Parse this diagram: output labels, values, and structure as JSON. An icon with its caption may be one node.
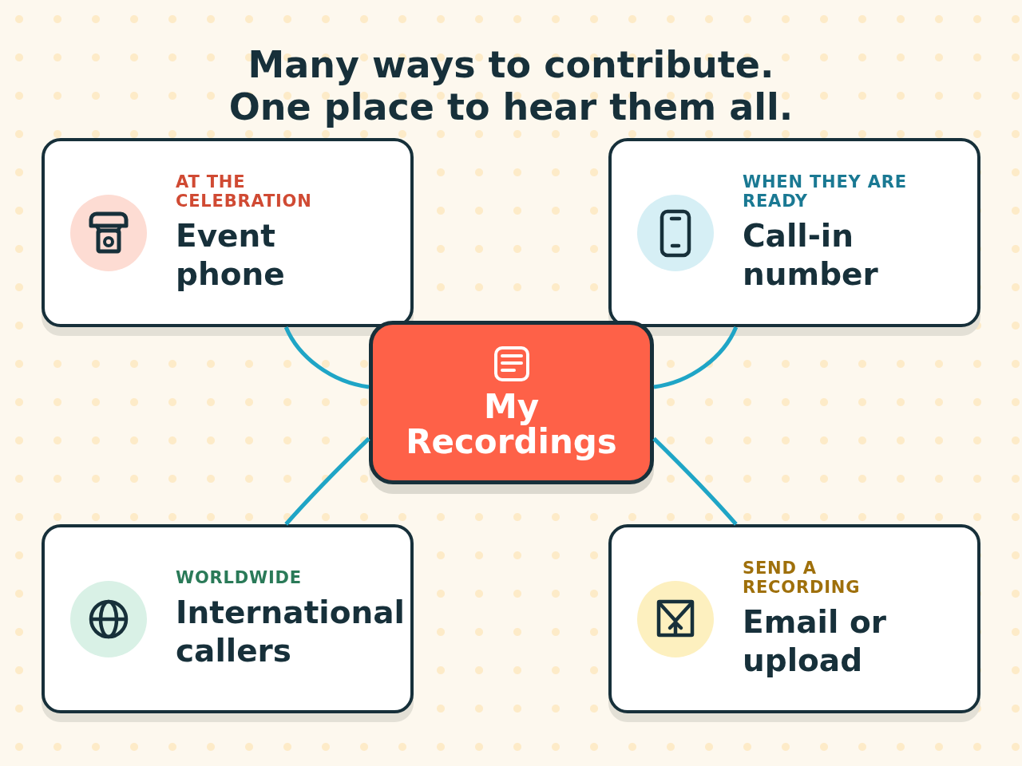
{
  "diagram": {
    "title": "Many ways to contribute. One place to hear them all.",
    "nodes": [
      {
        "text": [
          "AT THE CELEBRATION",
          "Event phone"
        ]
      },
      {
        "text": [
          "WHEN THEY ARE READY",
          "Call-in number"
        ]
      },
      {
        "text": [
          "My Recordings"
        ]
      },
      {
        "text": [
          "WORLDWIDE",
          "International callers"
        ]
      },
      {
        "text": [
          "SEND A RECORDING",
          "Email or upload"
        ]
      }
    ],
    "edges": [
      {
        "from": 0,
        "to": 2,
        "arrow": "none"
      },
      {
        "from": 1,
        "to": 2,
        "arrow": "none"
      },
      {
        "from": 3,
        "to": 2,
        "arrow": "none"
      },
      {
        "from": 4,
        "to": 2,
        "arrow": "none"
      }
    ]
  }
}
